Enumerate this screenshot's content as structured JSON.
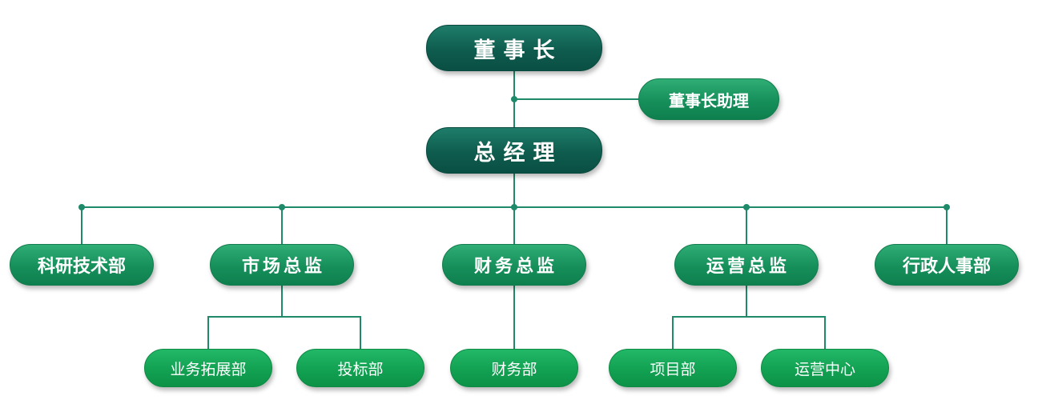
{
  "colors": {
    "line": "#1f8a6a",
    "dark_node": "#0e5c4e",
    "mid_node": "#168f5b",
    "light_node": "#12a152",
    "text": "#ffffff"
  },
  "org": {
    "chairman": "董事长",
    "chairman_assistant": "董事长助理",
    "general_manager": "总经理",
    "rd_dept": "科研技术部",
    "marketing_director": "市场总监",
    "finance_director": "财务总监",
    "operations_director": "运营总监",
    "admin_hr_dept": "行政人事部",
    "business_dev_dept": "业务拓展部",
    "bidding_dept": "投标部",
    "finance_dept": "财务部",
    "project_dept": "项目部",
    "operations_center": "运营中心"
  }
}
